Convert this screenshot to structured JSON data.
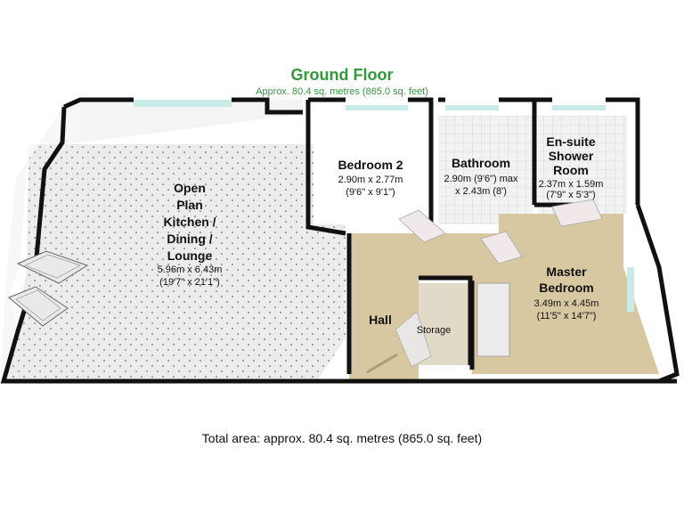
{
  "header": {
    "title": "Ground Floor",
    "subtitle": "Approx. 80.4 sq. metres (865.0 sq. feet)"
  },
  "rooms": [
    {
      "name_lines": [
        "Open",
        "Plan",
        "Kitchen /",
        "Dining /",
        "Lounge"
      ],
      "dims": [
        "5.96m x 6.43m",
        "(19'7\" x 21'1\")"
      ]
    },
    {
      "name_lines": [
        "Bedroom 2"
      ],
      "dims": [
        "2.90m x 2.77m",
        "(9'6\" x 9'1\")"
      ]
    },
    {
      "name_lines": [
        "Bathroom"
      ],
      "dims": [
        "2.90m (9'6\") max",
        "x 2.43m (8')"
      ]
    },
    {
      "name_lines": [
        "En-suite",
        "Shower",
        "Room"
      ],
      "dims": [
        "2.37m x 1.59m",
        "(7'9\" x 5'3\")"
      ]
    },
    {
      "name_lines": [
        "Master",
        "Bedroom"
      ],
      "dims": [
        "3.49m x 4.45m",
        "(11'5\" x 14'7\")"
      ]
    },
    {
      "name_lines": [
        "Hall"
      ],
      "dims": []
    },
    {
      "name_lines": [
        "Storage"
      ],
      "dims": []
    }
  ],
  "footer": {
    "total_area": "Total area: approx. 80.4 sq. metres (865.0 sq. feet)"
  },
  "colors": {
    "title": "#2e9a3a",
    "wall": "#111111",
    "tile_floor": "#ececec",
    "carpet_floor": "#d7c8a2",
    "window": "#c9ece8"
  }
}
